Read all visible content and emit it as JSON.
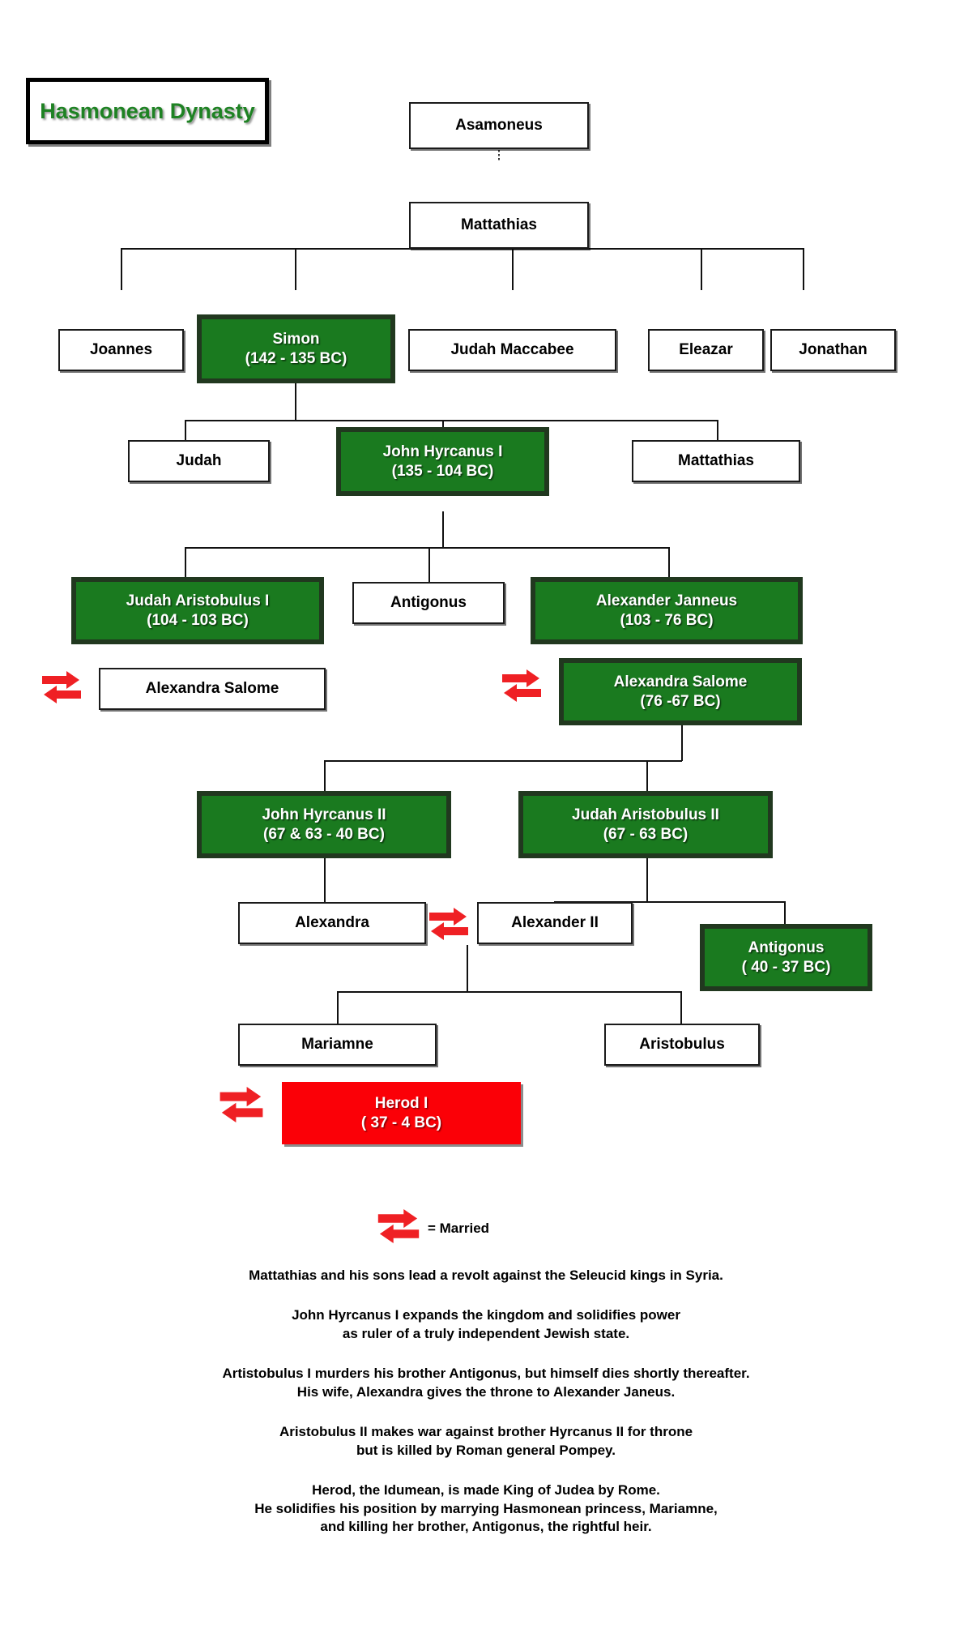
{
  "title": {
    "text": "Hasmonean Dynasty",
    "color": "#1e8223"
  },
  "colors": {
    "ruler_box": "#1a7a1f",
    "ruler_border": "#21381f",
    "herod_box": "#fb0007",
    "married_arrow": "#ef2024",
    "line": "#111111"
  },
  "nodes": {
    "asamoneus": {
      "name": "Asamoneus",
      "reign": ""
    },
    "mattathias": {
      "name": "Mattathias",
      "reign": ""
    },
    "joannes": {
      "name": "Joannes",
      "reign": ""
    },
    "simon": {
      "name": "Simon",
      "reign": "(142 - 135 BC)"
    },
    "judah_maccabee": {
      "name": "Judah Maccabee",
      "reign": ""
    },
    "eleazar": {
      "name": "Eleazar",
      "reign": ""
    },
    "jonathan": {
      "name": "Jonathan",
      "reign": ""
    },
    "judah": {
      "name": "Judah",
      "reign": ""
    },
    "john_hyrcanus_i": {
      "name": "John Hyrcanus I",
      "reign": "(135 - 104 BC)"
    },
    "mattathias2": {
      "name": "Mattathias",
      "reign": ""
    },
    "judah_aristobulus_i": {
      "name": "Judah Aristobulus I",
      "reign": "(104 - 103 BC)"
    },
    "antigonus_son": {
      "name": "Antigonus",
      "reign": ""
    },
    "alexander_janneus": {
      "name": "Alexander Janneus",
      "reign": "(103 - 76 BC)"
    },
    "alexandra_salome_wife": {
      "name": "Alexandra Salome",
      "reign": ""
    },
    "alexandra_salome_queen": {
      "name": "Alexandra Salome",
      "reign": "(76 -67 BC)"
    },
    "john_hyrcanus_ii": {
      "name": "John Hyrcanus II",
      "reign": "(67 & 63 - 40 BC)"
    },
    "judah_aristobulus_ii": {
      "name": "Judah Aristobulus II",
      "reign": "(67 - 63 BC)"
    },
    "alexandra": {
      "name": "Alexandra",
      "reign": ""
    },
    "alexander_ii": {
      "name": "Alexander II",
      "reign": ""
    },
    "antigonus_king": {
      "name": "Antigonus",
      "reign": "( 40 - 37  BC)"
    },
    "mariamne": {
      "name": "Mariamne",
      "reign": ""
    },
    "aristobulus": {
      "name": "Aristobulus",
      "reign": ""
    },
    "herod_i": {
      "name": "Herod I",
      "reign": "( 37 - 4 BC)"
    }
  },
  "legend": {
    "icon": "married-arrows-icon",
    "label": "= Married"
  },
  "notes": [
    {
      "lines": [
        "Mattathias and his sons lead a revolt against the Seleucid kings in Syria."
      ]
    },
    {
      "lines": [
        "John Hyrcanus I expands the kingdom and solidifies power",
        "as ruler of a truly independent Jewish state."
      ]
    },
    {
      "lines": [
        "Artistobulus I murders his brother Antigonus, but himself dies shortly thereafter.",
        "His wife, Alexandra gives the throne to Alexander Janeus."
      ]
    },
    {
      "lines": [
        "Aristobulus II makes war against brother Hyrcanus II for throne",
        "but is killed by Roman general Pompey."
      ]
    },
    {
      "lines": [
        "Herod, the Idumean, is made King of Judea by Rome.",
        "He solidifies his position by marrying Hasmonean princess, Mariamne,",
        "and killing her brother, Antigonus, the rightful heir."
      ]
    }
  ]
}
